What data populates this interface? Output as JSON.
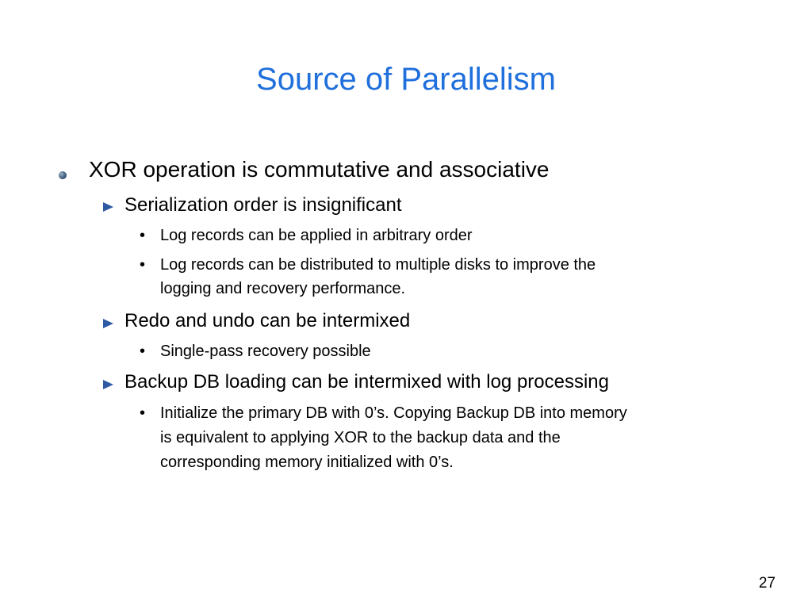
{
  "slide": {
    "title": "Source of Parallelism",
    "page_number": "27",
    "bullets": [
      {
        "text": "XOR operation is commutative and associative",
        "children": [
          {
            "text": "Serialization order is insignificant",
            "children": [
              {
                "lines": [
                  "Log records can be applied in arbitrary order"
                ]
              },
              {
                "lines": [
                  "Log records can be distributed to multiple disks to improve the",
                  "logging and recovery performance."
                ]
              }
            ]
          },
          {
            "text": "Redo and undo can be intermixed",
            "children": [
              {
                "lines": [
                  "Single-pass recovery possible"
                ]
              }
            ]
          },
          {
            "text": "Backup DB loading can be intermixed with log processing",
            "children": [
              {
                "lines": [
                  "Initialize the primary DB with 0’s. Copying Backup DB into memory",
                  "is equivalent to applying XOR to the backup data and the",
                  "corresponding memory initialized with 0’s."
                ]
              }
            ]
          }
        ]
      }
    ],
    "bullet_glyph": "•",
    "colors": {
      "title": "#1f6fdc",
      "level2_bullet": "#2f5aa3",
      "level1_bullet": "#3e5d7d"
    }
  }
}
